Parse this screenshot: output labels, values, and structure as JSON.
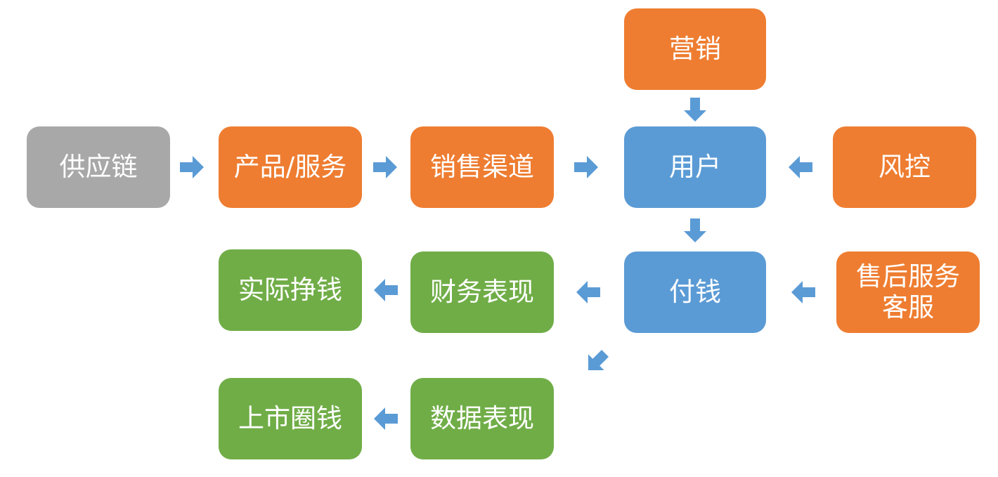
{
  "diagram": {
    "nodes": {
      "supply_chain": "供应链",
      "product_service": "产品/服务",
      "sales_channel": "销售渠道",
      "marketing": "营销",
      "user": "用户",
      "risk_control": "风控",
      "payment": "付钱",
      "after_sales_line1": "售后服务",
      "after_sales_line2": "客服",
      "finance_performance": "财务表现",
      "real_profit": "实际挣钱",
      "data_performance": "数据表现",
      "ipo_money": "上市圈钱"
    },
    "colors": {
      "gray": "#a8a8a8",
      "orange": "#ee7d31",
      "blue": "#5b9bd5",
      "green": "#70ad47",
      "arrow": "#5b9bd5"
    },
    "edges": [
      {
        "from": "supply_chain",
        "to": "product_service"
      },
      {
        "from": "product_service",
        "to": "sales_channel"
      },
      {
        "from": "sales_channel",
        "to": "user"
      },
      {
        "from": "marketing",
        "to": "user"
      },
      {
        "from": "risk_control",
        "to": "user"
      },
      {
        "from": "user",
        "to": "payment"
      },
      {
        "from": "after_sales",
        "to": "payment"
      },
      {
        "from": "payment",
        "to": "finance_performance"
      },
      {
        "from": "finance_performance",
        "to": "real_profit"
      },
      {
        "from": "payment",
        "to": "data_performance"
      },
      {
        "from": "data_performance",
        "to": "ipo_money"
      }
    ]
  }
}
